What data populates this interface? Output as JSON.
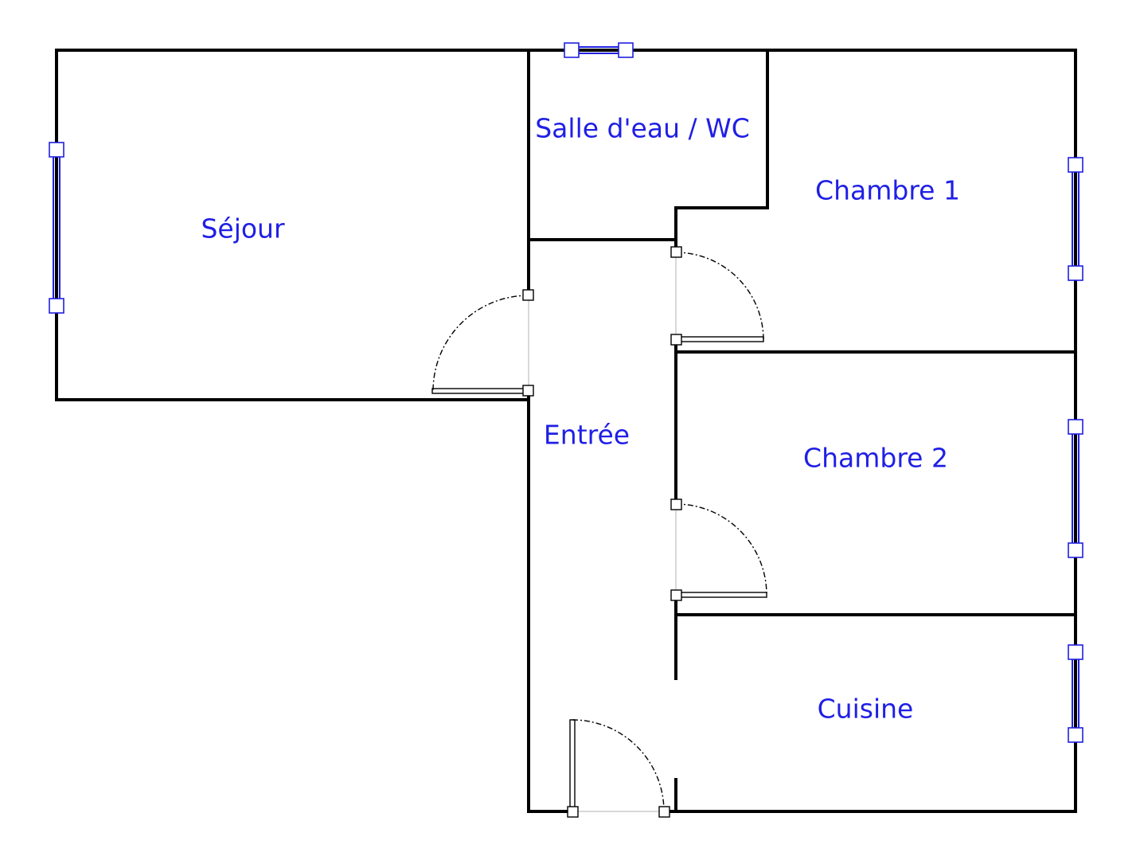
{
  "rooms": {
    "sejour": "Séjour",
    "salle_eau_wc": "Salle d'eau / WC",
    "chambre_1": "Chambre 1",
    "entree": "Entrée",
    "chambre_2": "Chambre 2",
    "cuisine": "Cuisine"
  },
  "colors": {
    "walls": "#000000",
    "labels": "#1f1fe6",
    "windows": "#2020e0",
    "background": "#ffffff"
  }
}
